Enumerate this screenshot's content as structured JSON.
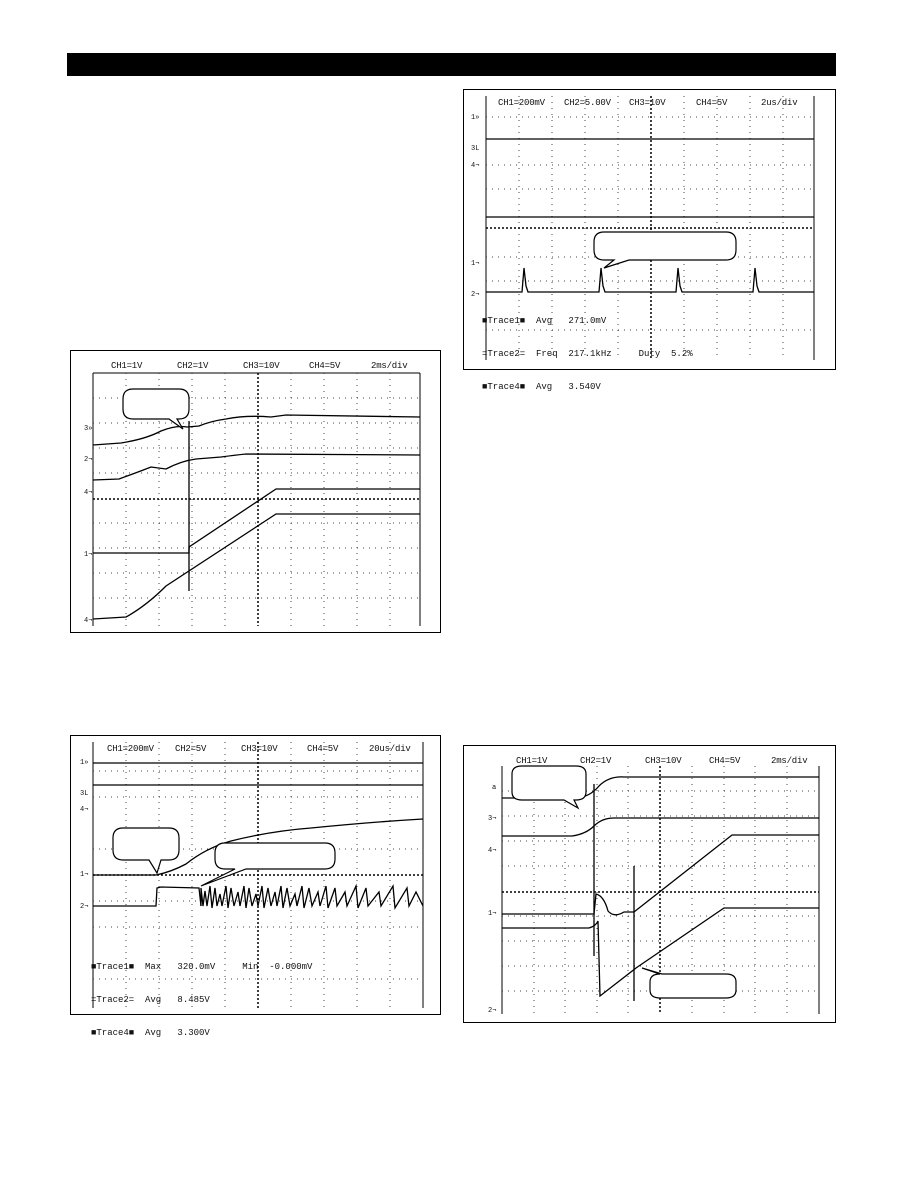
{
  "header": {
    "color": "#000000"
  },
  "scope1": {
    "ch1": "CH1=1V",
    "ch2": "CH2=1V",
    "ch3": "CH3=10V",
    "ch4": "CH4=5V",
    "timebase": "2ms/div",
    "markers": [
      "3»",
      "2¬",
      "4¬",
      "1¬",
      "4¬"
    ]
  },
  "scope2": {
    "ch1": "CH1=200mV",
    "ch2": "CH2=5.00V",
    "ch3": "CH3=10V",
    "ch4": "CH4=5V",
    "timebase": "2us/div",
    "markers": [
      "1»",
      "3L",
      "4¬",
      "1¬",
      "2¬"
    ],
    "meas": [
      "■Trace1■  Avg   271.0mV",
      "=Trace2=  Freq  217.1kHz     Duty  5.2%",
      "■Trace4■  Avg   3.540V"
    ]
  },
  "scope3": {
    "ch1": "CH1=200mV",
    "ch2": "CH2=5V",
    "ch3": "CH3=10V",
    "ch4": "CH4=5V",
    "timebase": "20us/div",
    "markers": [
      "1»",
      "3L",
      "4¬",
      "1¬",
      "2¬"
    ],
    "meas": [
      "■Trace1■  Max   320.0mV     Min  -0.000mV",
      "=Trace2=  Avg   8.485V",
      "■Trace4■  Avg   3.300V"
    ]
  },
  "scope4": {
    "ch1": "CH1=1V",
    "ch2": "CH2=1V",
    "ch3": "CH3=10V",
    "ch4": "CH4=5V",
    "timebase": "2ms/div",
    "markers": [
      "a",
      "3¬",
      "4¬",
      "1¬",
      "2¬"
    ]
  }
}
